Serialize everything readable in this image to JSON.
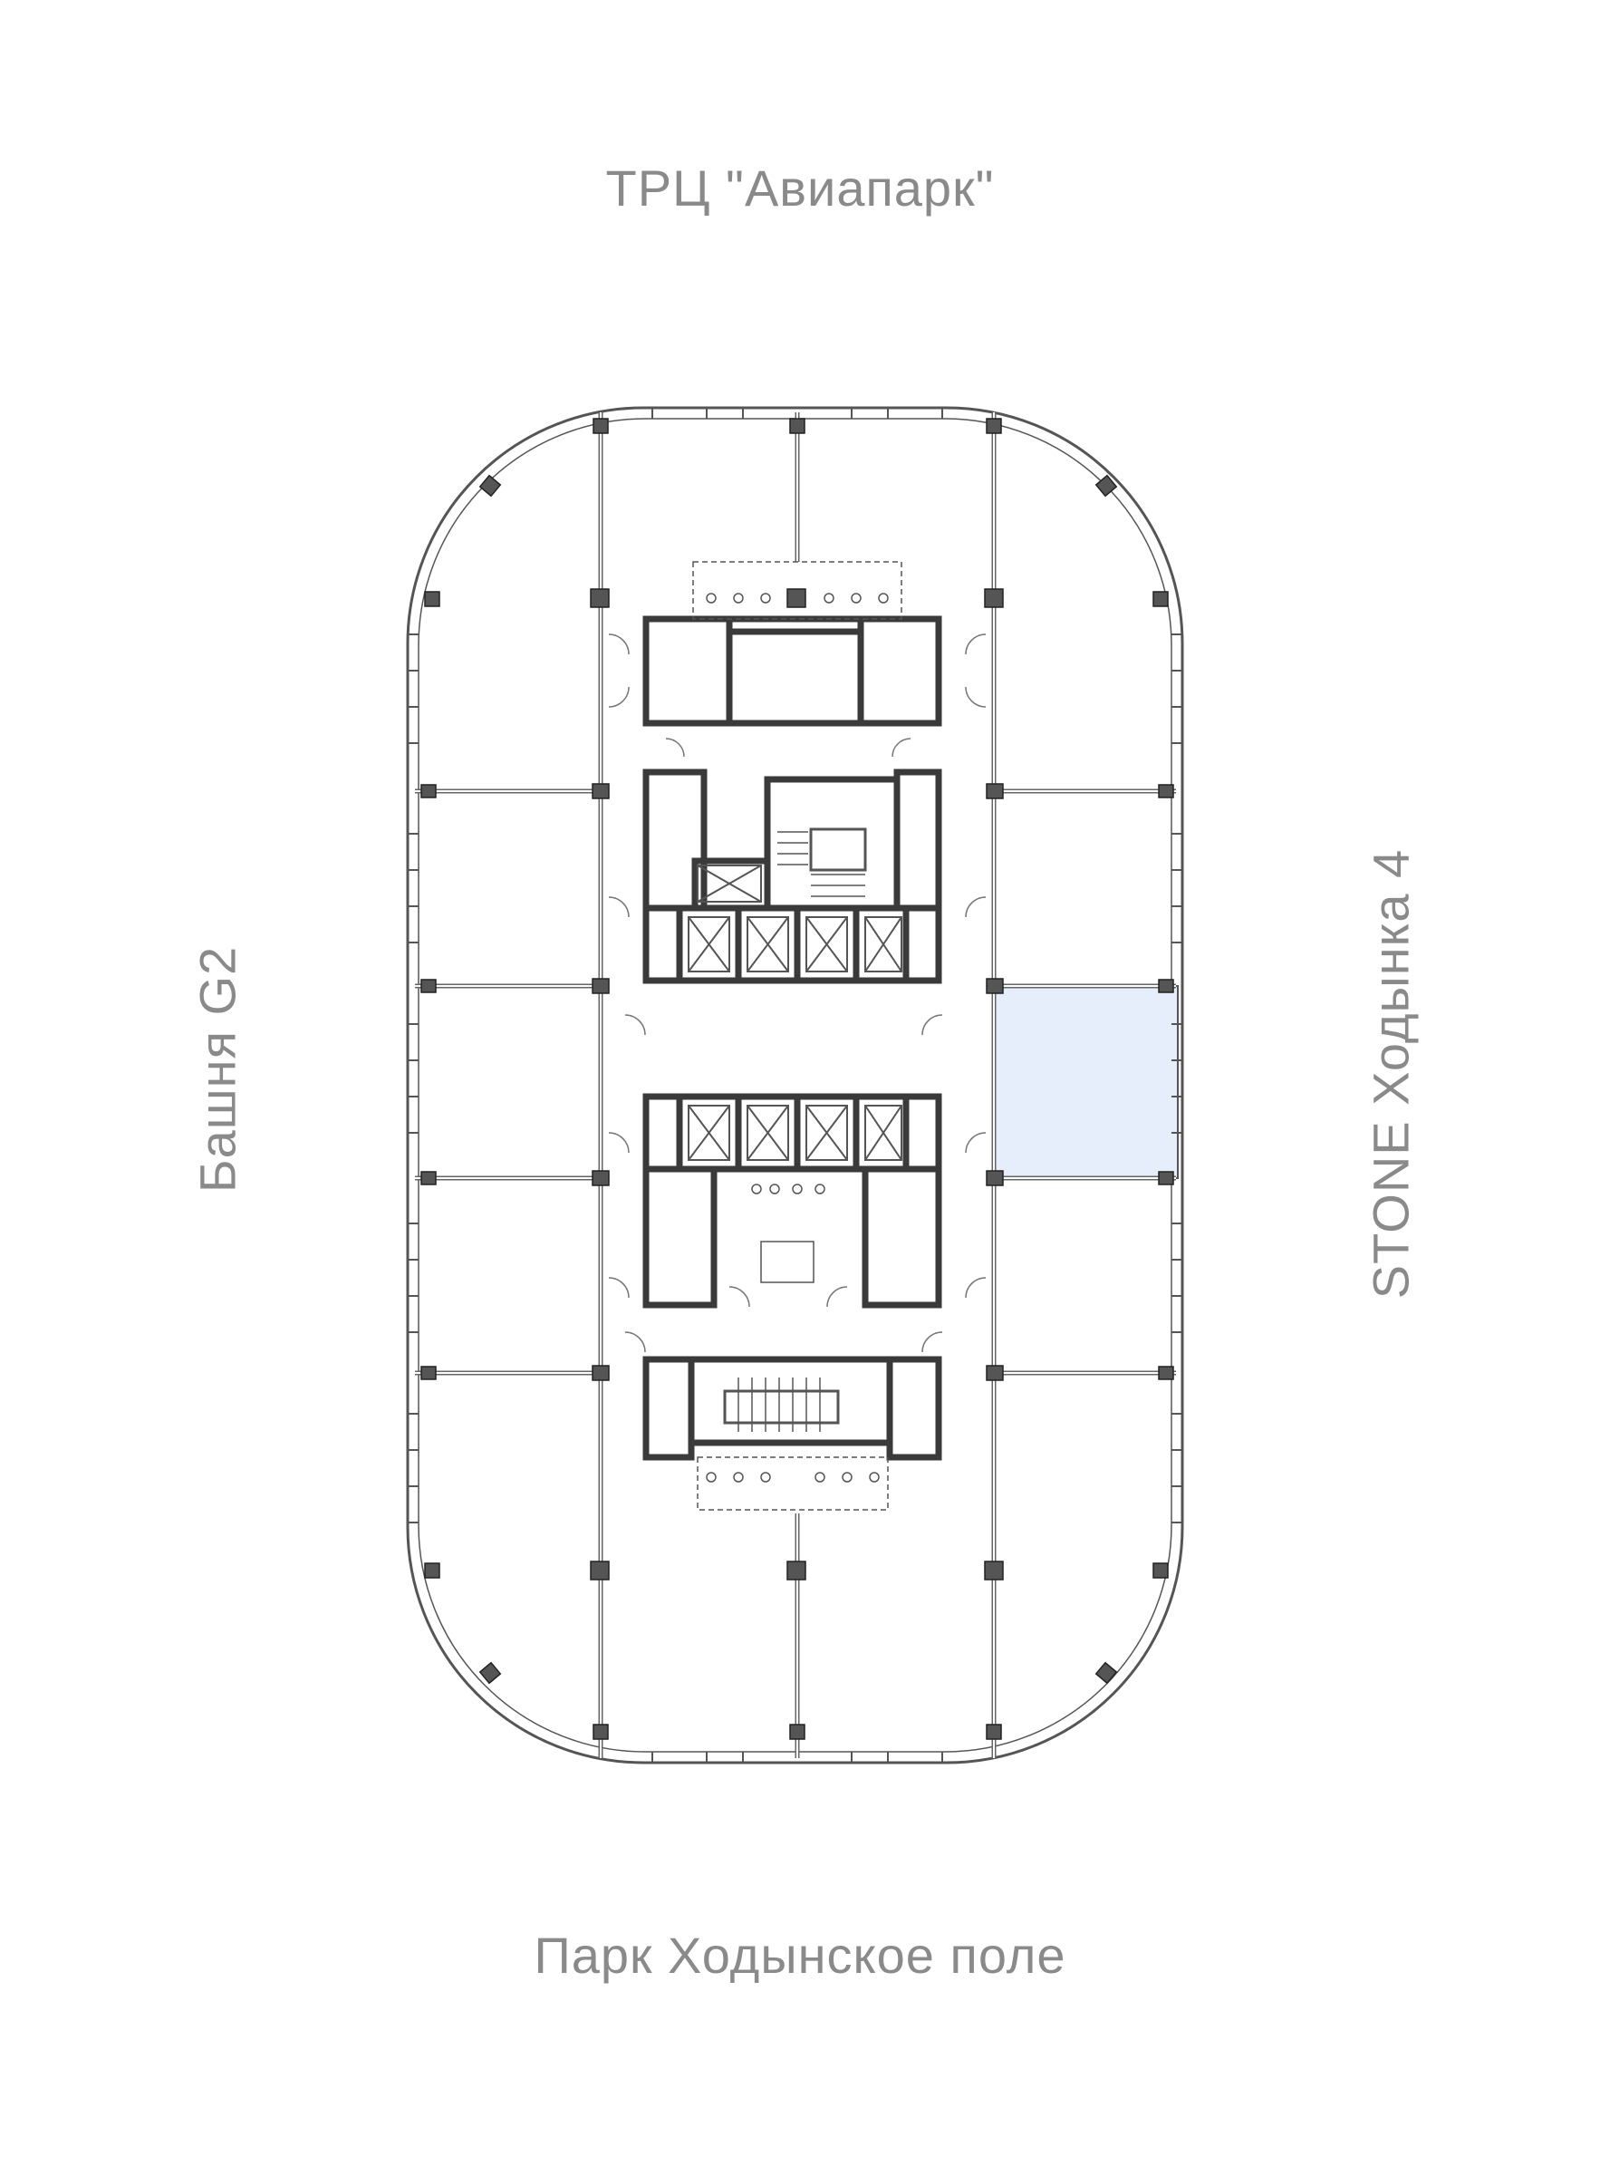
{
  "plan": {
    "labels": {
      "north": "ТРЦ \"Авиапарк\"",
      "south": "Парк Ходынское поле",
      "west": "Башня G2",
      "east": "STONE Ходынка 4"
    },
    "highlight_color": "#e6edfb",
    "wall_color": "#3a3a3a",
    "line_color": "#555555",
    "label_color": "#8a8a8a"
  }
}
